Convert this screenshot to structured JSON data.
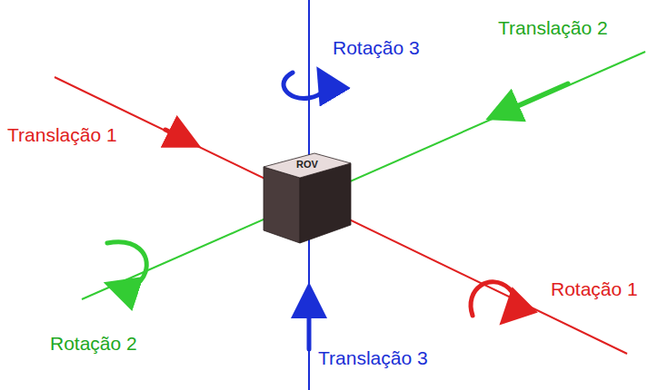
{
  "diagram": {
    "nodes": [
      {
        "text": [
          "ROV"
        ]
      }
    ],
    "labels": [
      "Translação 1",
      "Rotação 3",
      "Translação 2",
      "Rotação 2",
      "Rotação 1",
      "Translação 3"
    ]
  }
}
